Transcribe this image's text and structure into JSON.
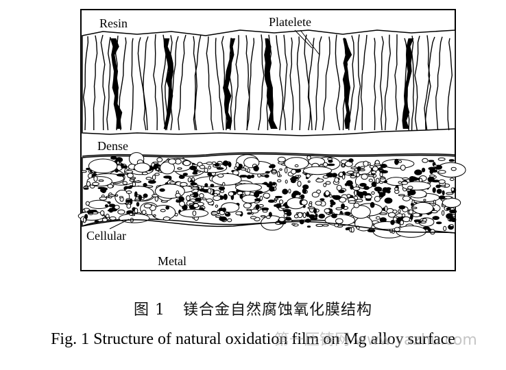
{
  "figure": {
    "labels": {
      "resin": "Resin",
      "platelete": "Platelete",
      "dense": "Dense",
      "cellular": "Cellular",
      "metal": "Metal"
    }
  },
  "caption": {
    "cn_number": "图 1",
    "cn_title": "镁合金自然腐蚀氧化膜结构",
    "en": "Fig. 1 Structure of natural oxidation film on Mg alloy surface"
  },
  "watermark": "第一压铸网 www.yazhu.com",
  "colors": {
    "ink": "#000000",
    "paper": "#ffffff"
  }
}
